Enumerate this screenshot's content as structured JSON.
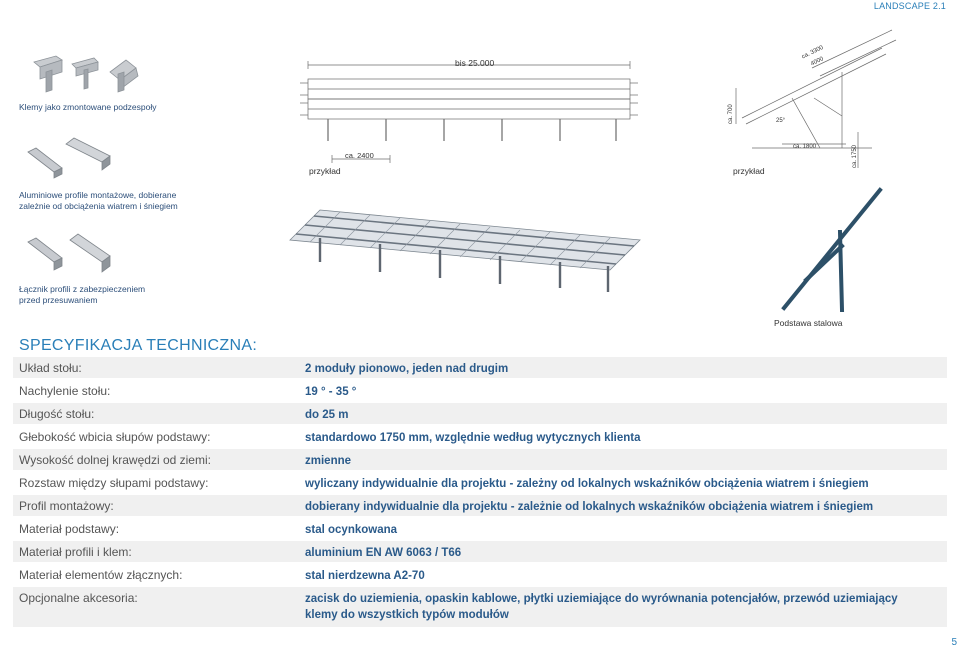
{
  "header": {
    "tag": "LANDSCAPE 2.1"
  },
  "left_captions": {
    "clamps": "Klemy jako zmontowane podzespoły",
    "profiles_l1": "Aluminiowe profile montażowe, dobierane",
    "profiles_l2": "zależnie od obciążenia wiatrem i śniegiem",
    "connector_l1": "Łącznik profili z zabezpieczeniem",
    "connector_l2": "przed przesuwaniem"
  },
  "drawings": {
    "front": {
      "length_dim": "bis 25.000",
      "post_dim": "ca. 2400",
      "example": "przykład"
    },
    "side": {
      "dim_top1": "ca. 3300",
      "dim_top2": "4000",
      "dim_h1": "ca. 700",
      "dim_angle": "25°",
      "dim_base": "ca. 1800",
      "dim_h2": "ca. 1750",
      "example": "przykład"
    },
    "steel_base_caption": "Podstawa stalowa"
  },
  "spec": {
    "title": "SPECYFIKACJA TECHNICZNA:",
    "rows": [
      {
        "label": "Układ stołu:",
        "value": "2 moduły pionowo, jeden nad drugim",
        "value2": ""
      },
      {
        "label": "Nachylenie stołu:",
        "value": "19 ° - 35 °",
        "value2": ""
      },
      {
        "label": "Długość stołu:",
        "value": "do 25 m",
        "value2": ""
      },
      {
        "label": "Głebokość wbicia słupów podstawy:",
        "value": "standardowo 1750 mm, względnie według wytycznych klienta",
        "value2": ""
      },
      {
        "label": "Wysokość dolnej krawędzi od ziemi:",
        "value": "zmienne",
        "value2": ""
      },
      {
        "label": "Rozstaw między słupami podstawy:",
        "value": "wyliczany indywidualnie dla projektu - zależny od lokalnych wskaźników obciążenia wiatrem i śniegiem",
        "value2": ""
      },
      {
        "label": "Profil montażowy:",
        "value": "dobierany indywidualnie dla projektu - zależnie od lokalnych wskaźników obciążenia wiatrem i śniegiem",
        "value2": ""
      },
      {
        "label": "Materiał podstawy:",
        "value": "stal ocynkowana",
        "value2": ""
      },
      {
        "label": "Materiał profili i klem:",
        "value": "aluminium EN AW 6063 / T66",
        "value2": ""
      },
      {
        "label": "Materiał elementów złącznych:",
        "value": "stal nierdzewna A2-70",
        "value2": ""
      },
      {
        "label": "Opcjonalne akcesoria:",
        "value": "zacisk do uziemienia, opaskin kablowe, płytki uziemiające do wyrównania potencjałów, przewód uziemiający",
        "value2": "klemy do wszystkich typów modułów"
      }
    ]
  },
  "page_number": "5",
  "colors": {
    "accent": "#2a7fb8",
    "value_text": "#2a5a8a",
    "steel": "#2d5068",
    "row_shade": "#f0f0f0"
  }
}
